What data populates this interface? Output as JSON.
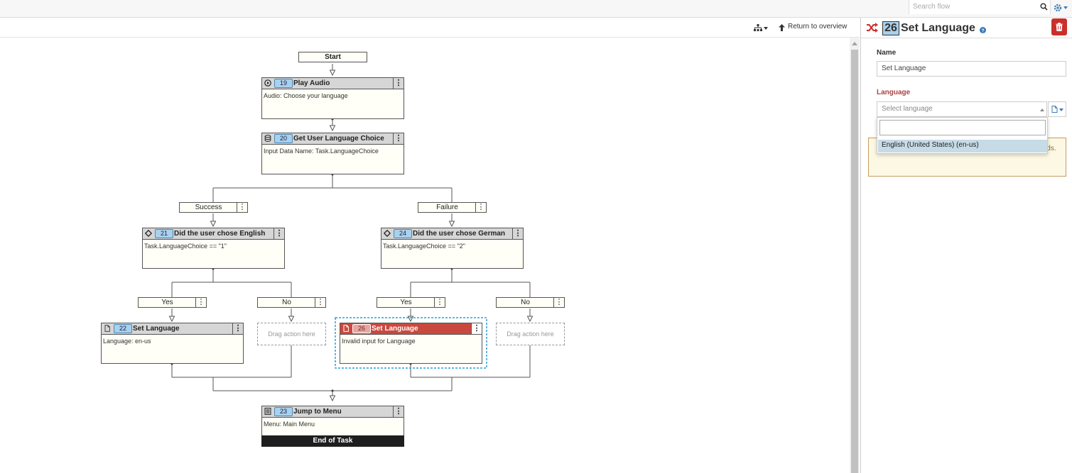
{
  "topbar": {
    "search_placeholder": "Search flow",
    "search_icon": "search-icon",
    "settings_icon": "gear-icon"
  },
  "toolbar": {
    "layout_icon": "sitemap-icon",
    "return_label": "Return to overview"
  },
  "flow": {
    "start": "Start",
    "nodes": {
      "n19": {
        "number": "19",
        "title": "Play Audio",
        "body": "Audio: Choose your language",
        "icon": "play-icon"
      },
      "n20": {
        "number": "20",
        "title": "Get User Language Choice",
        "body": "Input Data Name: Task.LanguageChoice",
        "icon": "database-icon"
      },
      "n21": {
        "number": "21",
        "title": "Did the user chose English",
        "body": "Task.LanguageChoice == \"1\"",
        "icon": "diamond-icon"
      },
      "n24": {
        "number": "24",
        "title": "Did the user chose German",
        "body": "Task.LanguageChoice == \"2\"",
        "icon": "diamond-icon"
      },
      "n22": {
        "number": "22",
        "title": "Set Language",
        "body": "Language: en-us",
        "icon": "file-icon"
      },
      "n26": {
        "number": "26",
        "title": "Set Language",
        "body": "Invalid input for Language",
        "icon": "file-icon"
      },
      "n23": {
        "number": "23",
        "title": "Jump to Menu",
        "body": "Menu: Main Menu",
        "icon": "list-icon"
      }
    },
    "branches": {
      "success": "Success",
      "failure": "Failure",
      "yes": "Yes",
      "no": "No"
    },
    "drop_placeholder": "Drag action here",
    "end_of_task": "End of Task"
  },
  "panel": {
    "number": "26",
    "title": "Set Language",
    "name_label": "Name",
    "name_value": "Set Language",
    "language_label": "Language",
    "language_placeholder": "Select language",
    "dropdown_option": "English (United States) (en-us)",
    "warning_text": "This language change will take effect after the task ends.",
    "accent_color": "#c9302c",
    "label_color": "#a94442"
  }
}
